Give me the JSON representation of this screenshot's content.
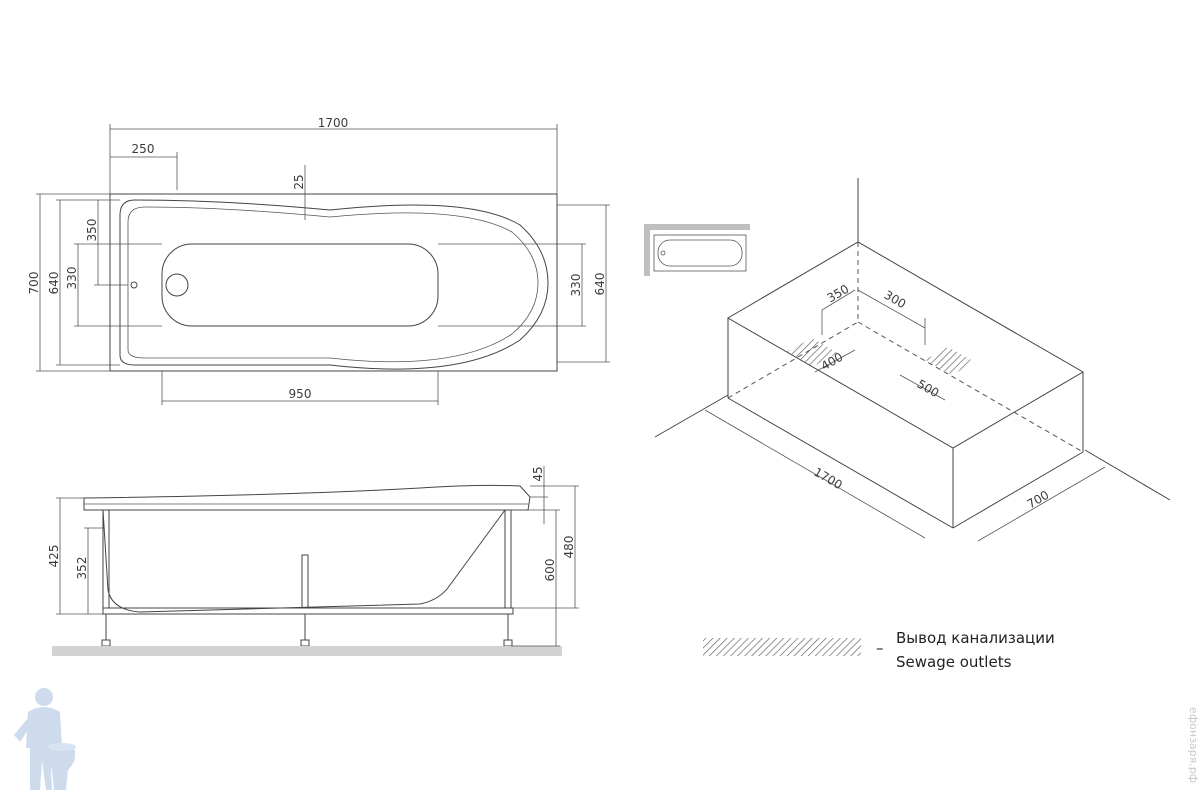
{
  "top_view": {
    "length": "1700",
    "drain_offset": "250",
    "rim": "25",
    "width_outer": "700",
    "width_inner": "640",
    "drain_left_a": "350",
    "drain_left_b": "330",
    "inner_right": "330",
    "width_right": "640",
    "bottom_len": "950"
  },
  "side_view": {
    "rim_top": "45",
    "h_total": "425",
    "h_inner": "352",
    "h_legs": "600",
    "h_right": "480"
  },
  "iso_view": {
    "d_350": "350",
    "d_300": "300",
    "d_400": "400",
    "d_500": "500",
    "length": "1700",
    "width": "700"
  },
  "legend": {
    "ru": "Вывод канализации",
    "dash": "–",
    "en": "Sewage outlets"
  },
  "watermark": "ефонзаря.рф",
  "colors": {
    "line": "#444444",
    "floor": "#d3d3d3",
    "mascot": "#b9cde6"
  }
}
